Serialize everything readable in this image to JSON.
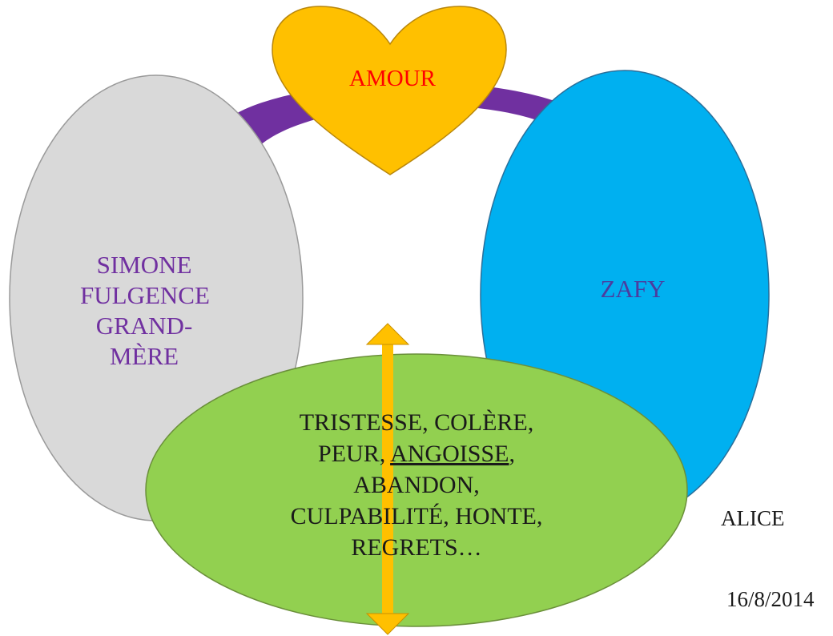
{
  "diagram": {
    "nodes": {
      "simone": {
        "lines": [
          "SIMONE",
          "FULGENCE",
          "GRAND-",
          "MÈRE"
        ],
        "fill": "#D9D9D9",
        "text_color": "#7030A0"
      },
      "zafy": {
        "label": "ZAFY",
        "fill": "#00B0F0",
        "text_color": "#4B3C9F"
      },
      "amour": {
        "label": "AMOUR",
        "shape": "heart",
        "fill": "#FFC000",
        "text_color": "#FF0000"
      },
      "emotions": {
        "lines": [
          {
            "pre": "TRISTESSE, COLÈRE,",
            "ul": "",
            "post": ""
          },
          {
            "pre": "PEUR, ",
            "ul": "ANGOISSE",
            "post": ","
          },
          {
            "pre": "ABANDON,",
            "ul": "",
            "post": ""
          },
          {
            "pre": "CULPABILITÉ, HONTE,",
            "ul": "",
            "post": ""
          },
          {
            "pre": "REGRETS…",
            "ul": "",
            "post": ""
          }
        ],
        "fill": "#92D050"
      }
    },
    "connectors": {
      "arc_color": "#7030A0",
      "double_arrow_color": "#FFC000"
    },
    "annotations": {
      "author": "ALICE",
      "date": "16/8/2014"
    }
  }
}
